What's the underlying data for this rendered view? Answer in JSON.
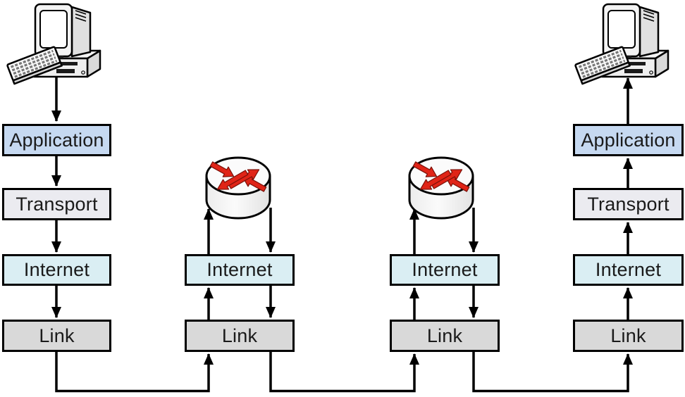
{
  "diagram_type": "network-protocol-stack-diagram",
  "stacks": {
    "host1": {
      "node": "computer",
      "labels": [
        "Application",
        "Transport",
        "Internet",
        "Link"
      ]
    },
    "router1": {
      "node": "router",
      "labels": [
        "Internet",
        "Link"
      ]
    },
    "router2": {
      "node": "router",
      "labels": [
        "Internet",
        "Link"
      ]
    },
    "host2": {
      "node": "computer",
      "labels": [
        "Application",
        "Transport",
        "Internet",
        "Link"
      ]
    }
  },
  "flow": {
    "host1_direction": "down",
    "router_direction": "up-then-down",
    "host2_direction": "up"
  },
  "colors": {
    "application_fill": "#c6d9f1",
    "transport_fill": "#ebebf0",
    "internet_fill": "#daeef3",
    "link_fill": "#d9d9d9",
    "box_border": "#000000",
    "arrow": "#000000",
    "router_arrow_red": "#e02417",
    "router_arrow_outline": "#7a1008",
    "background": "#ffffff",
    "text": "#1a1a1a"
  }
}
